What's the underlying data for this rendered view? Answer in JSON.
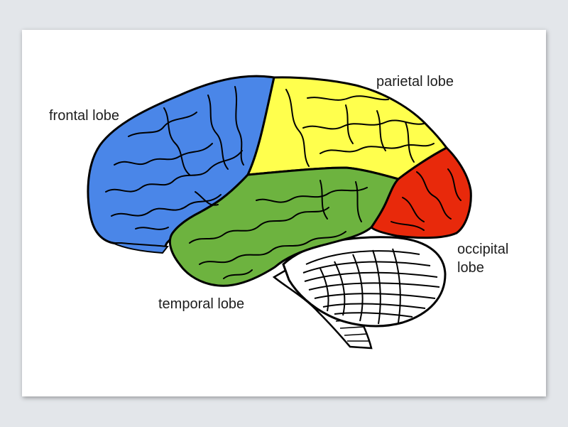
{
  "labels": {
    "frontal": "frontal lobe",
    "parietal": "parietal lobe",
    "occipital": "occipital\nlobe",
    "temporal": "temporal lobe"
  },
  "colors": {
    "frontal": "#4a86e8",
    "parietal": "#ffff4d",
    "temporal": "#6db33f",
    "occipital": "#e8290b",
    "outline": "#000000",
    "cerebellum": "#ffffff"
  }
}
